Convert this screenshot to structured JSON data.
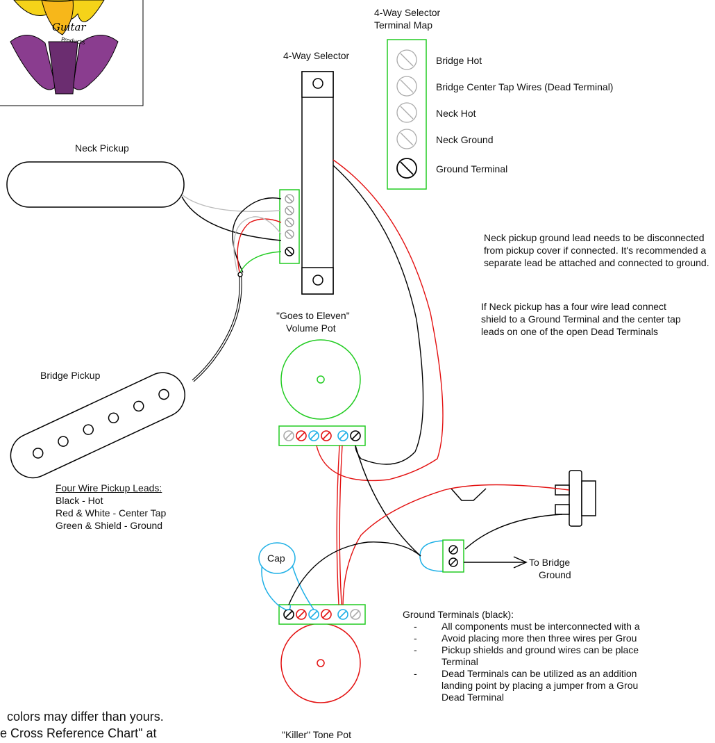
{
  "logo": {
    "text_1": "Guitar",
    "text_2": "Products"
  },
  "labels": {
    "selector_map_title_1": "4-Way Selector",
    "selector_map_title_2": "Terminal Map",
    "selector_title": "4-Way Selector",
    "neck_pickup": "Neck Pickup",
    "bridge_pickup": "Bridge Pickup",
    "volume_pot_1": "\"Goes to Eleven\"",
    "volume_pot_2": "Volume Pot",
    "tone_pot": "\"Killer\" Tone Pot",
    "cap": "Cap",
    "to_bridge_ground_1": "To Bridge",
    "to_bridge_ground_2": "Ground"
  },
  "terminal_map": [
    {
      "label": "Bridge Hot",
      "color": "#bbbbbb"
    },
    {
      "label": "Bridge Center Tap Wires (Dead Terminal)",
      "color": "#bbbbbb"
    },
    {
      "label": "Neck Hot",
      "color": "#bbbbbb"
    },
    {
      "label": "Neck Ground",
      "color": "#bbbbbb"
    },
    {
      "label": "Ground Terminal",
      "color": "#000000"
    }
  ],
  "pickup_leads": {
    "title": "Four Wire Pickup Leads:",
    "lines": [
      "Black - Hot",
      "Red & White - Center Tap",
      "Green & Shield - Ground"
    ]
  },
  "notes": {
    "neck_ground": "Neck pickup ground lead needs to be disconnected from pickup cover if connected.  It's recommended a separate lead be attached and connected to ground.",
    "four_wire": "If Neck pickup has a four wire lead connect shield to a Ground Terminal and the center tap leads on one of the open Dead Terminals"
  },
  "ground_terminals": {
    "title": "Ground Terminals (black):",
    "items": [
      "All components must be interconnected with a",
      "Avoid placing more then three wires per Grou",
      "Pickup shields and ground wires can be place",
      "Dead Terminals can be utilized as an addition"
    ],
    "item3_line2": "Terminal",
    "item4_line2": "landing point by placing a jumper from a Grou",
    "item4_line3": "Dead Terminal"
  },
  "bottom_note": {
    "line1": "colors may differ than yours.",
    "line2": "e Cross Reference Chart\" at"
  },
  "colors": {
    "red": "#e31010",
    "green": "#22cc22",
    "blue": "#1eb0e6",
    "grey": "#bbbbbb",
    "black": "#000000",
    "purple": "#8a3d8f",
    "yellow": "#f5d319"
  }
}
